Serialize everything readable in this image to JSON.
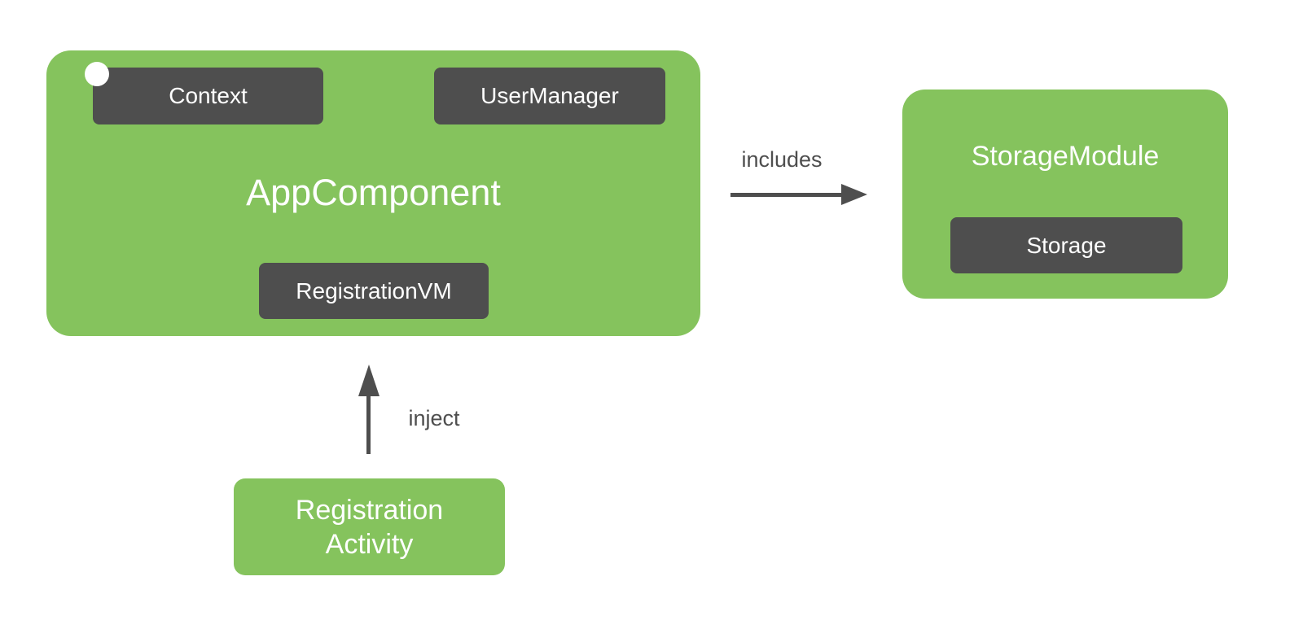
{
  "diagram": {
    "background_color": "#ffffff",
    "colors": {
      "module_green": "#85C35D",
      "chip_dark": "#4E4E4E",
      "arrow_gray": "#4E4E4E",
      "text_white": "#ffffff"
    },
    "app_component": {
      "title": "AppComponent",
      "chips": [
        {
          "label": "Context"
        },
        {
          "label": "UserManager"
        },
        {
          "label": "RegistrationVM"
        }
      ]
    },
    "storage_module": {
      "title": "StorageModule",
      "chips": [
        {
          "label": "Storage"
        }
      ]
    },
    "registration_activity": {
      "line1": "Registration",
      "line2": "Activity"
    },
    "edges": [
      {
        "label": "includes",
        "from": "AppComponent",
        "to": "StorageModule",
        "direction": "right"
      },
      {
        "label": "inject",
        "from": "Registration Activity",
        "to": "AppComponent",
        "direction": "up"
      }
    ]
  }
}
